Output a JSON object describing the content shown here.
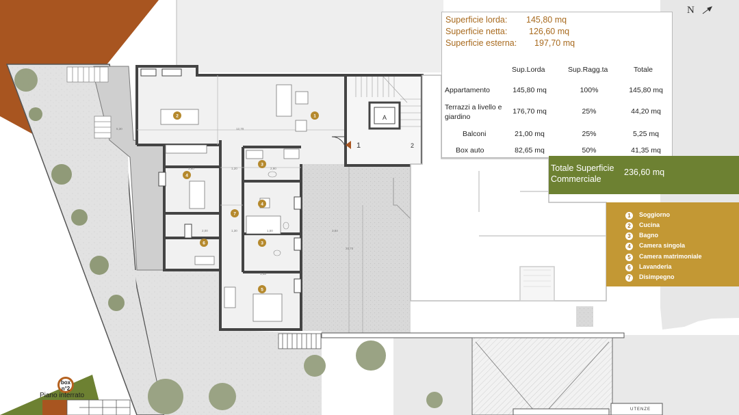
{
  "compass": {
    "north": "N"
  },
  "summary": {
    "lines": [
      {
        "label": "Superficie lorda:",
        "value": "145,80 mq"
      },
      {
        "label": "Superficie netta:",
        "value": "126,60 mq"
      },
      {
        "label": "Superficie esterna:",
        "value": "197,70 mq"
      }
    ],
    "headers": [
      "Sup.Lorda",
      "Sup.Ragg.ta",
      "Totale"
    ],
    "rows": [
      {
        "name": "Appartamento",
        "lorda": "145,80 mq",
        "perc": "100%",
        "totale": "145,80 mq"
      },
      {
        "name": "Terrazzi a livello e giardino",
        "lorda": "176,70 mq",
        "perc": "25%",
        "totale": "44,20 mq"
      },
      {
        "name": "Balconi",
        "lorda": "21,00 mq",
        "perc": "25%",
        "totale": "5,25 mq"
      },
      {
        "name": "Box auto",
        "lorda": "82,65 mq",
        "perc": "50%",
        "totale": "41,35 mq"
      }
    ],
    "total_label": "Totale Superficie Commerciale",
    "total_value": "236,60 mq"
  },
  "legend": [
    {
      "num": "1",
      "label": "Soggiorno"
    },
    {
      "num": "2",
      "label": "Cucina"
    },
    {
      "num": "3",
      "label": "Bagno"
    },
    {
      "num": "4",
      "label": "Camera singola"
    },
    {
      "num": "5",
      "label": "Camera matrimoniale"
    },
    {
      "num": "6",
      "label": "Lavanderia"
    },
    {
      "num": "7",
      "label": "Disimpegno"
    }
  ],
  "plan_markers": {
    "stair_a": "1",
    "stair_b": "2",
    "lift": "A",
    "dims": [
      "5,30",
      "12,70",
      "3,60",
      "1,20",
      "2,90",
      "2,00",
      "1,30",
      "3,84",
      "20,70",
      "1,45",
      "1,50"
    ]
  },
  "box": {
    "badge_line1": "box",
    "badge_line2": "n°2",
    "floor_label": "Piano interrato"
  },
  "utenze": "UTENZE",
  "colors": {
    "brown": "#a85520",
    "olive": "#6d8132",
    "gold": "#c39834",
    "text_brown": "#a86a1e"
  }
}
